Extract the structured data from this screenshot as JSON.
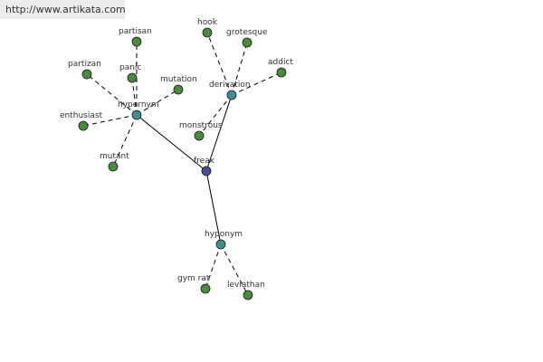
{
  "header": {
    "source_url": "http://www.artikata.com"
  },
  "colors": {
    "center_node": "#4a4f92",
    "group_node": "#3f8f8f",
    "leaf_node": "#4a8a3d",
    "node_stroke": "#1a1a1a",
    "edge": "#000000",
    "background": "#ffffff",
    "link_background": "#ececec"
  },
  "graph": {
    "center": "freak",
    "groups": [
      {
        "name": "hypernym",
        "members": [
          "partisan",
          "partizan",
          "panic",
          "mutation",
          "enthusiast",
          "mutant"
        ]
      },
      {
        "name": "derivation",
        "members": [
          "hook",
          "grotesque",
          "addict",
          "monstrous"
        ]
      },
      {
        "name": "hyponym",
        "members": [
          "gym rat",
          "leviathan"
        ]
      }
    ]
  }
}
